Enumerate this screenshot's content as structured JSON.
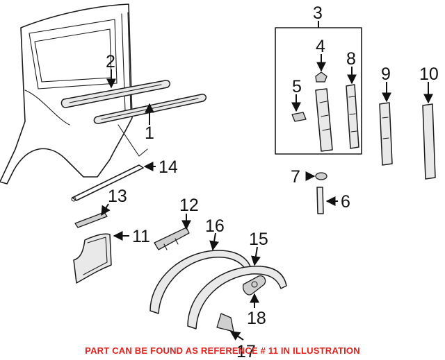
{
  "callouts": {
    "c1": "1",
    "c2": "2",
    "c3": "3",
    "c4": "4",
    "c5": "5",
    "c6": "6",
    "c7": "7",
    "c8": "8",
    "c9": "9",
    "c10": "10",
    "c11": "11",
    "c12": "12",
    "c13": "13",
    "c14": "14",
    "c15": "15",
    "c16": "16",
    "c17": "17",
    "c18": "18"
  },
  "footer": {
    "note": "PART CAN BE FOUND AS REFERENCE # 11 IN ILLUSTRATION",
    "color": "#e0201b"
  }
}
